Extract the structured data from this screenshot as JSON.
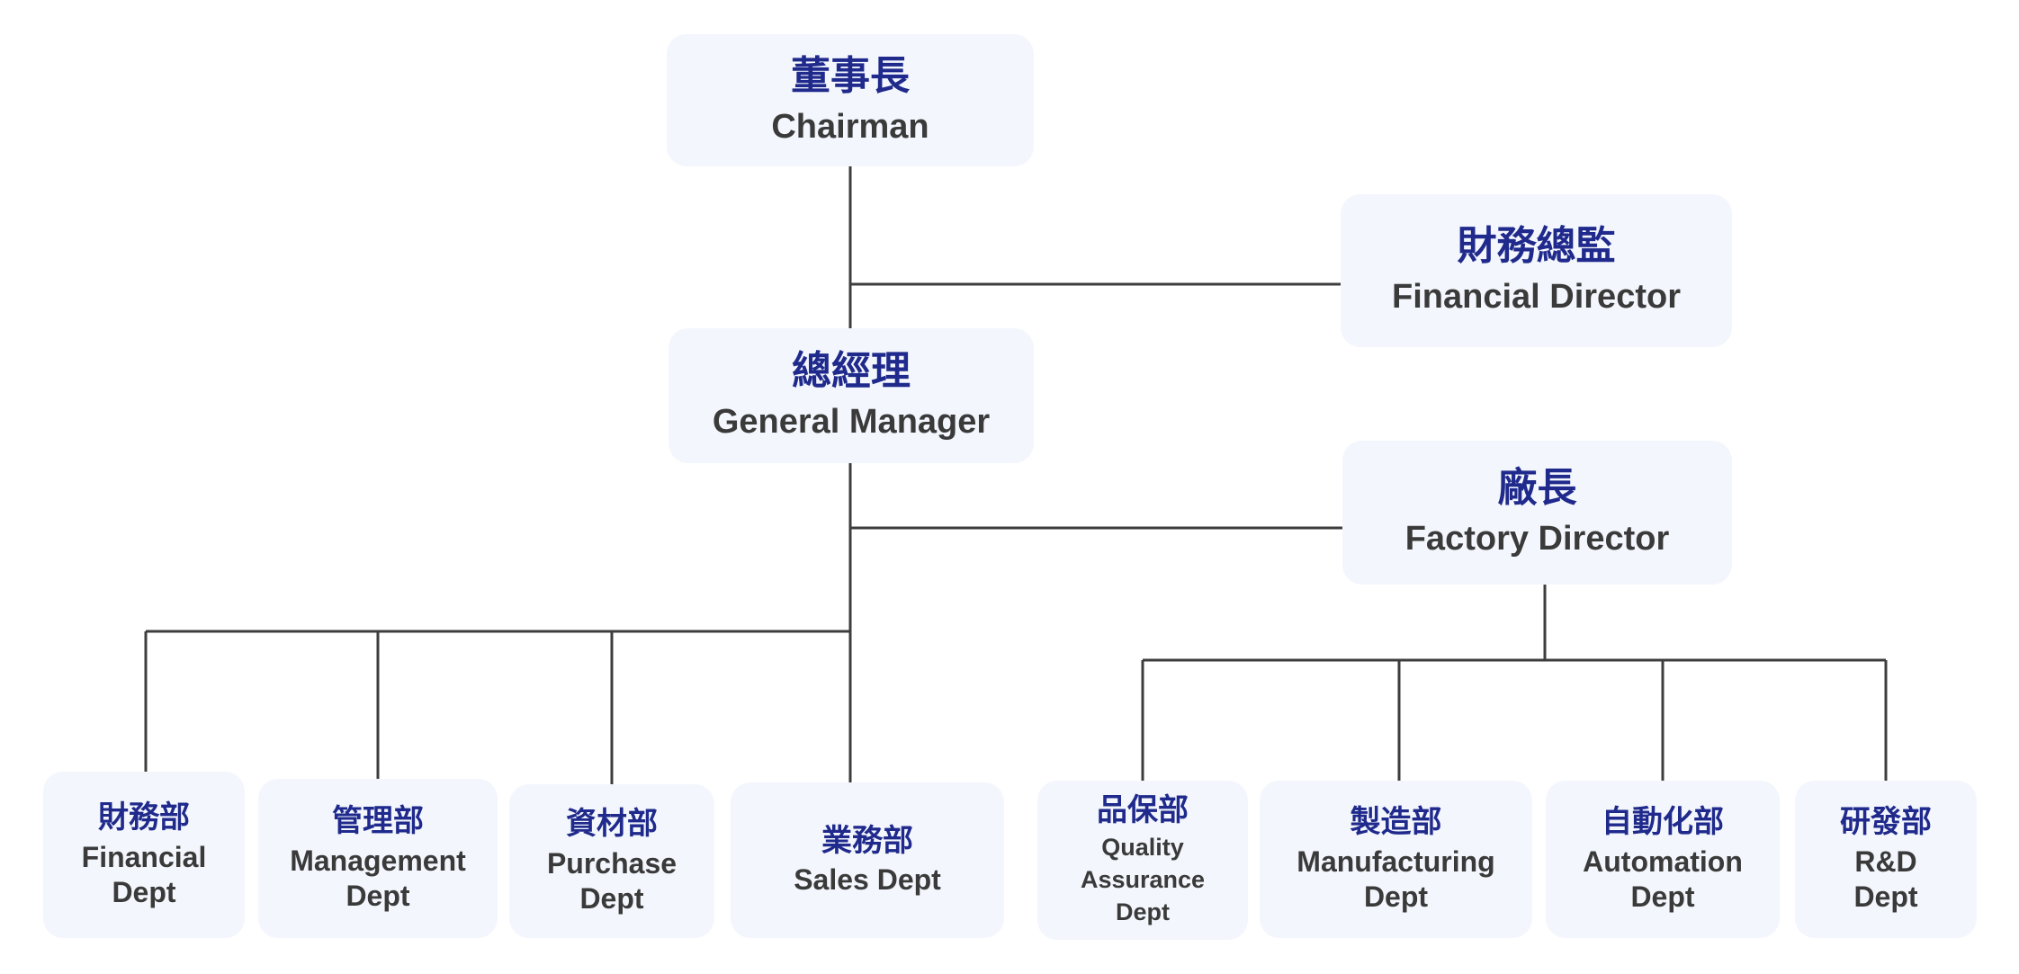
{
  "nodes": {
    "chairman": {
      "zh": "董事長",
      "en": "Chairman"
    },
    "financial_director": {
      "zh": "財務總監",
      "en": "Financial Director"
    },
    "general_manager": {
      "zh": "總經理",
      "en": "General Manager"
    },
    "factory_director": {
      "zh": "廠長",
      "en": "Factory Director"
    },
    "financial_dept": {
      "zh": "財務部",
      "en_1": "Financial",
      "en_2": "Dept"
    },
    "management_dept": {
      "zh": "管理部",
      "en_1": "Management",
      "en_2": "Dept"
    },
    "purchase_dept": {
      "zh": "資材部",
      "en_1": "Purchase",
      "en_2": "Dept"
    },
    "sales_dept": {
      "zh": "業務部",
      "en_1": "Sales Dept"
    },
    "qa_dept": {
      "zh": "品保部",
      "en_1": "Quality",
      "en_2": "Assurance",
      "en_3": "Dept"
    },
    "manufacturing_dept": {
      "zh": "製造部",
      "en_1": "Manufacturing",
      "en_2": "Dept"
    },
    "automation_dept": {
      "zh": "自動化部",
      "en_1": "Automation",
      "en_2": "Dept"
    },
    "rd_dept": {
      "zh": "研發部",
      "en_1": "R&D",
      "en_2": "Dept"
    }
  }
}
